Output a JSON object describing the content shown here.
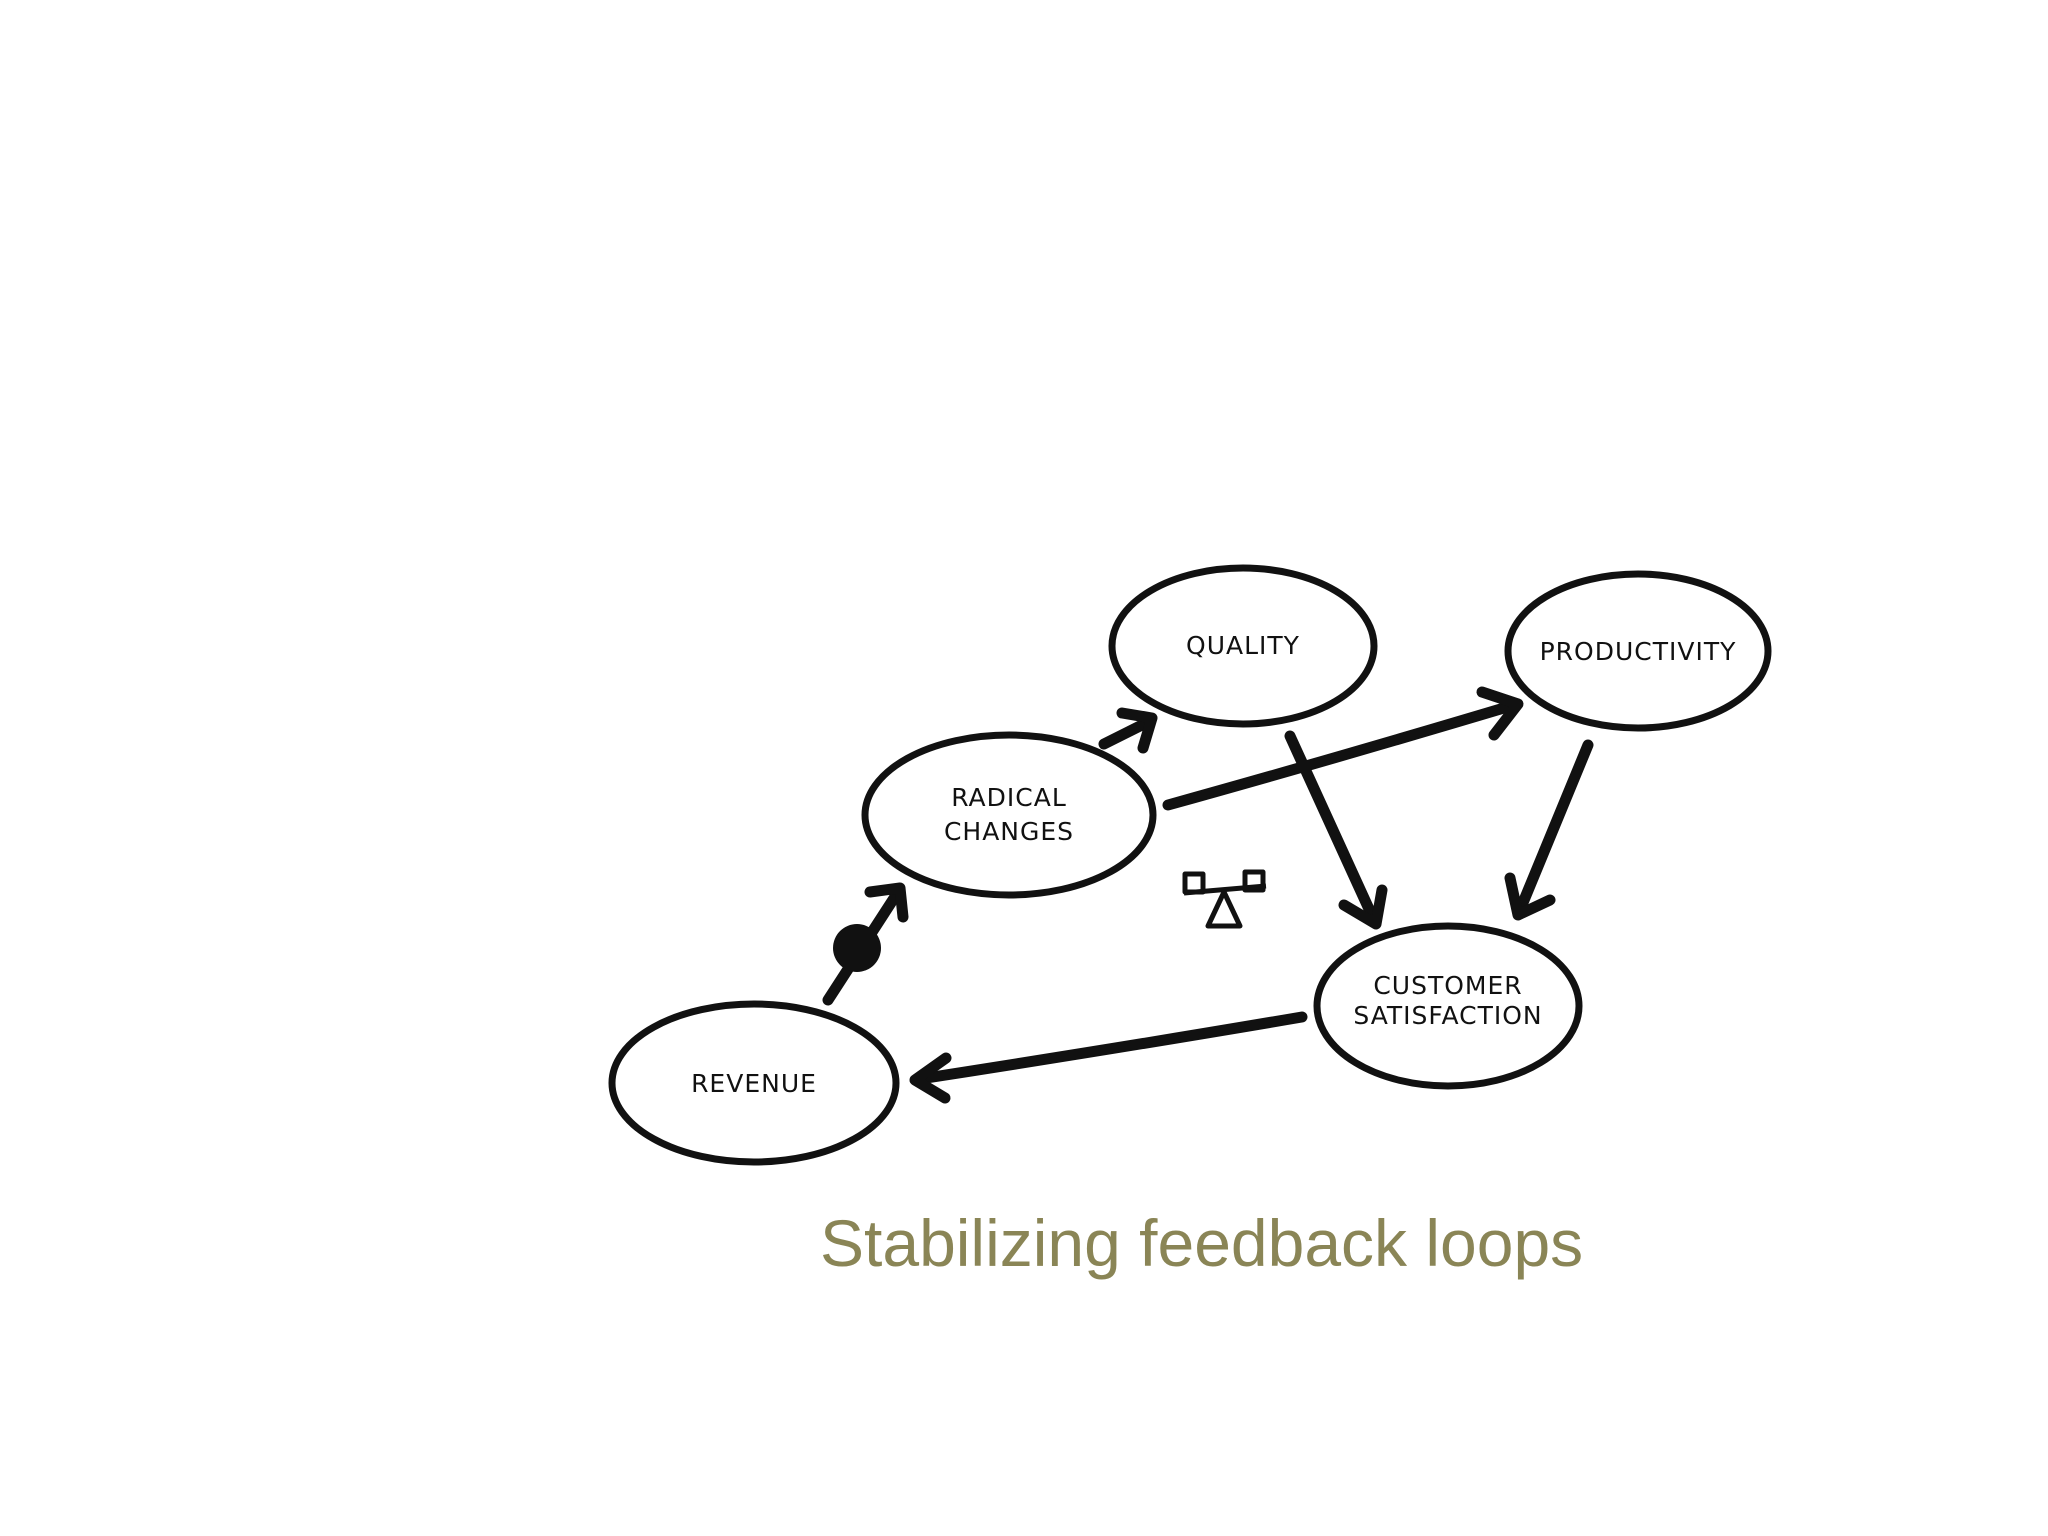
{
  "caption": "Stabilizing feedback loops",
  "caption_color": "#8a8556",
  "diagram": {
    "nodes": {
      "quality": "QUALITY",
      "productivity": "PRODUCTIVITY",
      "radical_changes_line1": "RADICAL",
      "radical_changes_line2": "CHANGES",
      "customer_satisfaction_line1": "CUSTOMER",
      "customer_satisfaction_line2": "SATISFACTION",
      "revenue": "REVENUE"
    },
    "edges": [
      {
        "from": "REVENUE",
        "to": "RADICAL CHANGES",
        "marker": "dot"
      },
      {
        "from": "RADICAL CHANGES",
        "to": "QUALITY"
      },
      {
        "from": "RADICAL CHANGES",
        "to": "PRODUCTIVITY"
      },
      {
        "from": "QUALITY",
        "to": "CUSTOMER SATISFACTION"
      },
      {
        "from": "PRODUCTIVITY",
        "to": "CUSTOMER SATISFACTION"
      },
      {
        "from": "CUSTOMER SATISFACTION",
        "to": "REVENUE"
      }
    ],
    "loop_icon": "balance-seesaw-icon"
  }
}
